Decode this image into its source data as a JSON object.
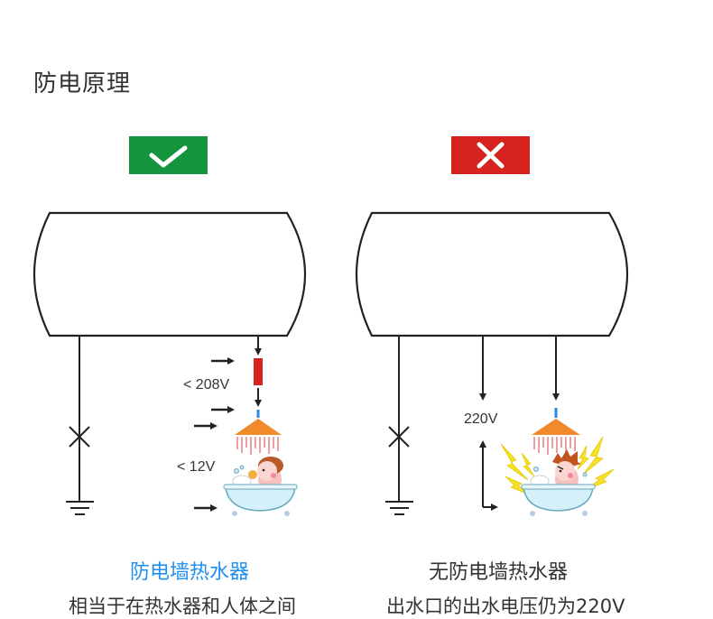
{
  "title": "防电原理",
  "left": {
    "status": "correct",
    "status_icon": "check-icon",
    "status_color": "#14943c",
    "voltage_high": "< 208V",
    "voltage_low": "< 12V",
    "caption": "防电墙热水器",
    "caption_color": "#1f8ff0",
    "description": "相当于在热水器和人体之间"
  },
  "right": {
    "status": "wrong",
    "status_icon": "cross-icon",
    "status_color": "#d7231f",
    "voltage": "220V",
    "caption": "无防电墙热水器",
    "description": "出水口的出水电压仍为220V"
  }
}
